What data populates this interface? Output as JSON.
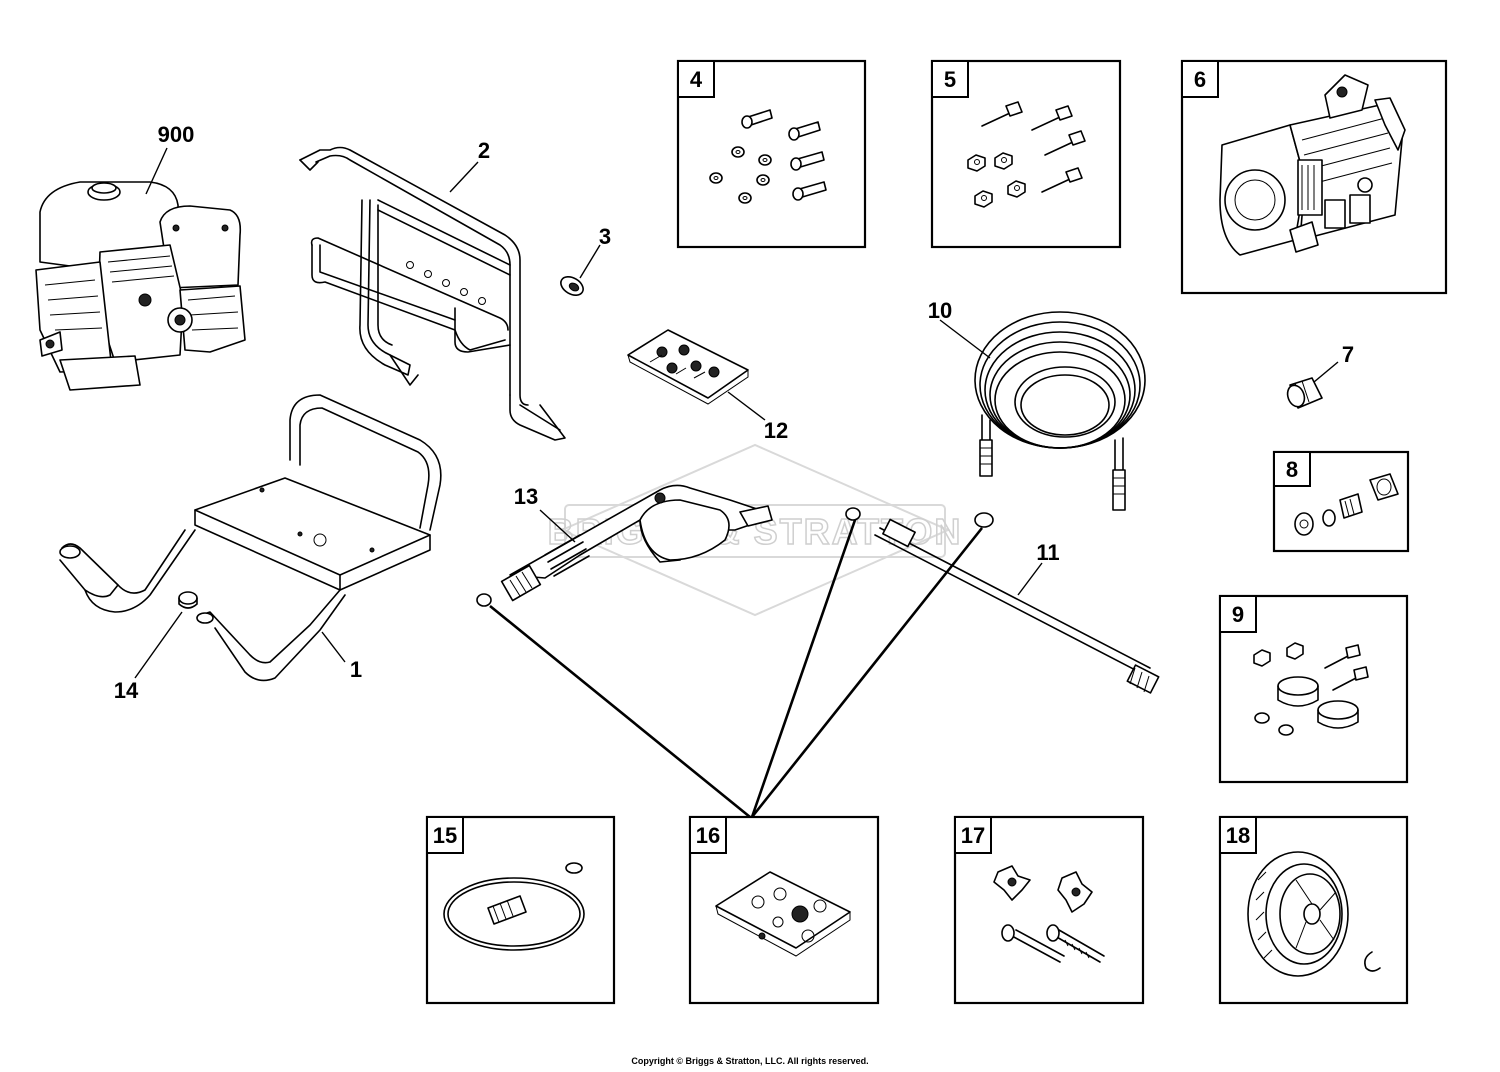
{
  "diagram": {
    "watermark": "BRIGGS & STRATTON",
    "copyright": "Copyright © Briggs & Stratton, LLC. All rights reserved.",
    "callouts": {
      "c900": "900",
      "c1": "1",
      "c2": "2",
      "c3": "3",
      "c7": "7",
      "c10": "10",
      "c11": "11",
      "c12": "12",
      "c13": "13",
      "c14": "14"
    },
    "boxes": {
      "b4": "4",
      "b5": "5",
      "b6": "6",
      "b8": "8",
      "b9": "9",
      "b15": "15",
      "b16": "16",
      "b17": "17",
      "b18": "18"
    }
  }
}
